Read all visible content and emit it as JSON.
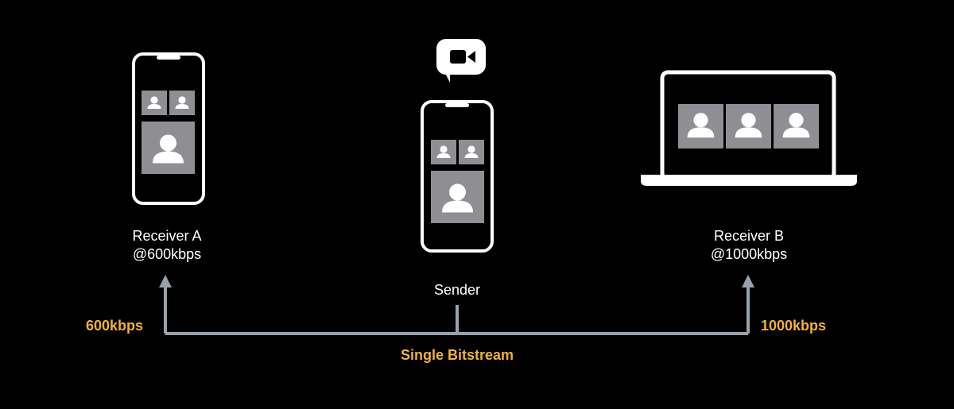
{
  "receiver_a": {
    "name": "Receiver A",
    "rate": "@600kbps"
  },
  "sender": {
    "name": "Sender",
    "icon": "facetime-video-icon"
  },
  "receiver_b": {
    "name": "Receiver B",
    "rate": "@1000kbps"
  },
  "links": {
    "left_rate": "600kbps",
    "right_rate": "1000kbps",
    "stream_label": "Single Bitstream"
  },
  "colors": {
    "background": "#000000",
    "device_outline": "#ffffff",
    "tile": "#8e8e93",
    "person": "#ffffff",
    "connector": "#98a2ad",
    "accent": "#f0b23b"
  }
}
